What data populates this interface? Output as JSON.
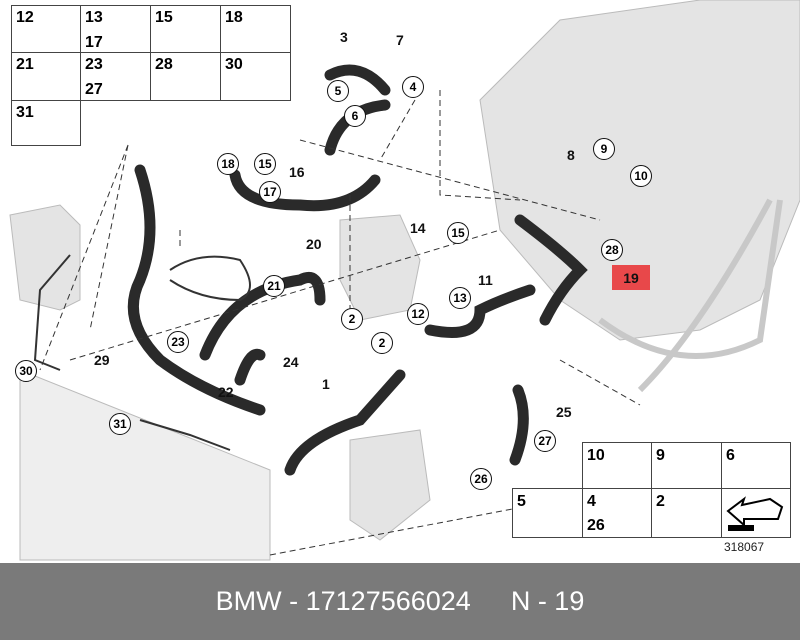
{
  "callouts": {
    "c18": "18",
    "c15a": "15",
    "c17": "17",
    "c5": "5",
    "c6": "6",
    "c4": "4",
    "c21": "21",
    "c2a": "2",
    "c2b": "2",
    "c12": "12",
    "c13": "13",
    "c23": "23",
    "c30": "30",
    "c31": "31",
    "c26": "26",
    "c27": "27",
    "c15b": "15",
    "c28": "28",
    "c10": "10",
    "c9": "9"
  },
  "labels": {
    "l3": "3",
    "l7": "7",
    "l16": "16",
    "l8": "8",
    "l14": "14",
    "l20": "20",
    "l11": "11",
    "l1": "1",
    "l24": "24",
    "l22": "22",
    "l29": "29",
    "l25": "25"
  },
  "highlight": {
    "label": "19",
    "color": "#e8484a"
  },
  "legend_top": [
    [
      "12"
    ],
    [
      "13",
      "17"
    ],
    [
      "15"
    ],
    [
      "18"
    ],
    [
      "21"
    ],
    [
      "23",
      "27"
    ],
    [
      "28"
    ],
    [
      "30"
    ],
    [
      "31"
    ]
  ],
  "legend_bottom": [
    [
      "10"
    ],
    [
      "9"
    ],
    [
      "6"
    ],
    [
      "5"
    ],
    [
      "4",
      "26"
    ],
    [
      "2"
    ]
  ],
  "diagram_number": "318067",
  "footer": {
    "brand": "BMW - 17127566024",
    "position": "N - 19"
  }
}
